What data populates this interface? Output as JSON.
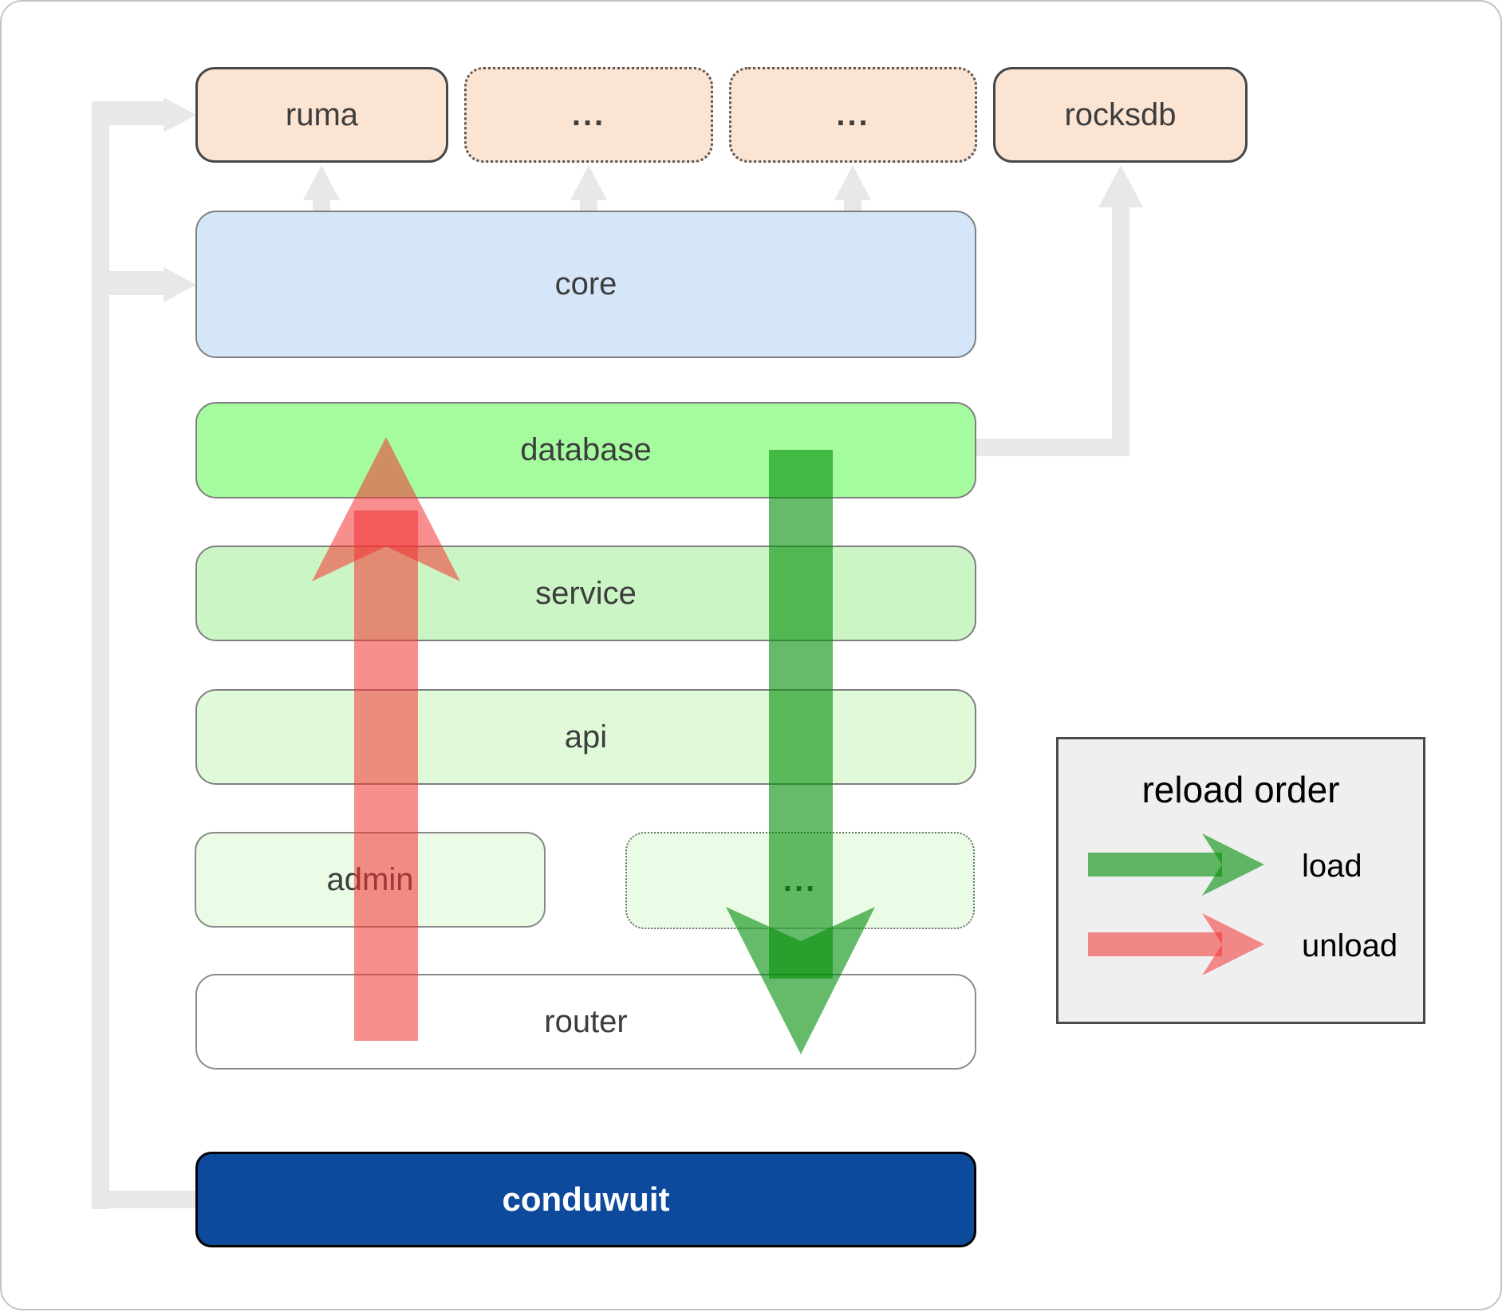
{
  "colors": {
    "page_bg": "#ffffff",
    "page_border": "#c4c4c4",
    "connector_gray": "#e8e8e8",
    "load_green": "#008e07",
    "unload_red": "#f43232",
    "peach_fill": "#fce4d3",
    "peach_border": "#474747",
    "core_fill": "#d5e6f8",
    "database_fill": "#a5fc9f",
    "service_fill": "#ccf5c6",
    "api_fill": "#e0fad9",
    "admin_fill": "#eafbe6",
    "router_fill": "#ffffff",
    "conduwuit_fill": "#0d4a9c",
    "legend_bg": "#efefef",
    "box_border": "#7f7f7f",
    "label_color": "#3d3d3d"
  },
  "top_row": {
    "ruma": "ruma",
    "crate_a": "...",
    "crate_b": "...",
    "rocksdb": "rocksdb"
  },
  "layers": {
    "core": "core",
    "database": "database",
    "service": "service",
    "api": "api",
    "admin": "admin",
    "admin_more": "...",
    "router": "router",
    "conduwuit": "conduwuit"
  },
  "legend": {
    "title": "reload order",
    "load_label": "load",
    "unload_label": "unload"
  }
}
